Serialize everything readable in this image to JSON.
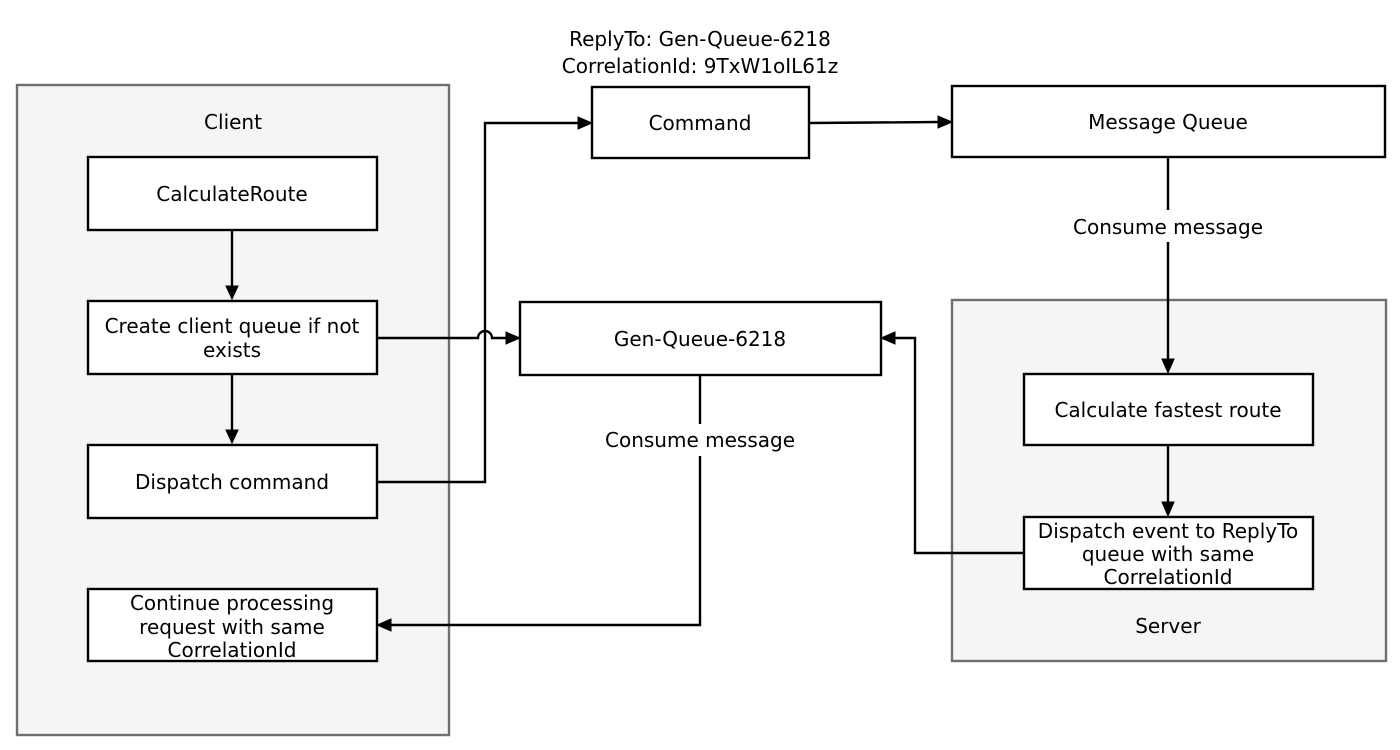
{
  "diagram": {
    "containers": {
      "client": "Client",
      "server": "Server"
    },
    "nodes": {
      "calculate_route": [
        "CalculateRoute"
      ],
      "create_queue": [
        "Create client queue if not",
        "exists"
      ],
      "dispatch_command": [
        "Dispatch command"
      ],
      "continue_processing": [
        "Continue processing",
        "request with same",
        "CorrelationId"
      ],
      "command": [
        "Command"
      ],
      "message_queue": [
        "Message Queue"
      ],
      "gen_queue": [
        "Gen-Queue-6218"
      ],
      "calculate_fastest": [
        "Calculate fastest route"
      ],
      "dispatch_event": [
        "Dispatch event to ReplyTo",
        "queue with same",
        "CorrelationId"
      ]
    },
    "annotations": {
      "reply_to": "ReplyTo: Gen-Queue-6218",
      "correlation_id": "CorrelationId: 9TxW1oIL61z"
    },
    "edge_labels": {
      "consume_mq": "Consume message",
      "consume_gen": "Consume message"
    },
    "colors": {
      "container_fill": "#f5f5f5",
      "container_stroke": "#6f6f6f",
      "box_stroke": "#000000",
      "box_fill": "#ffffff"
    }
  }
}
